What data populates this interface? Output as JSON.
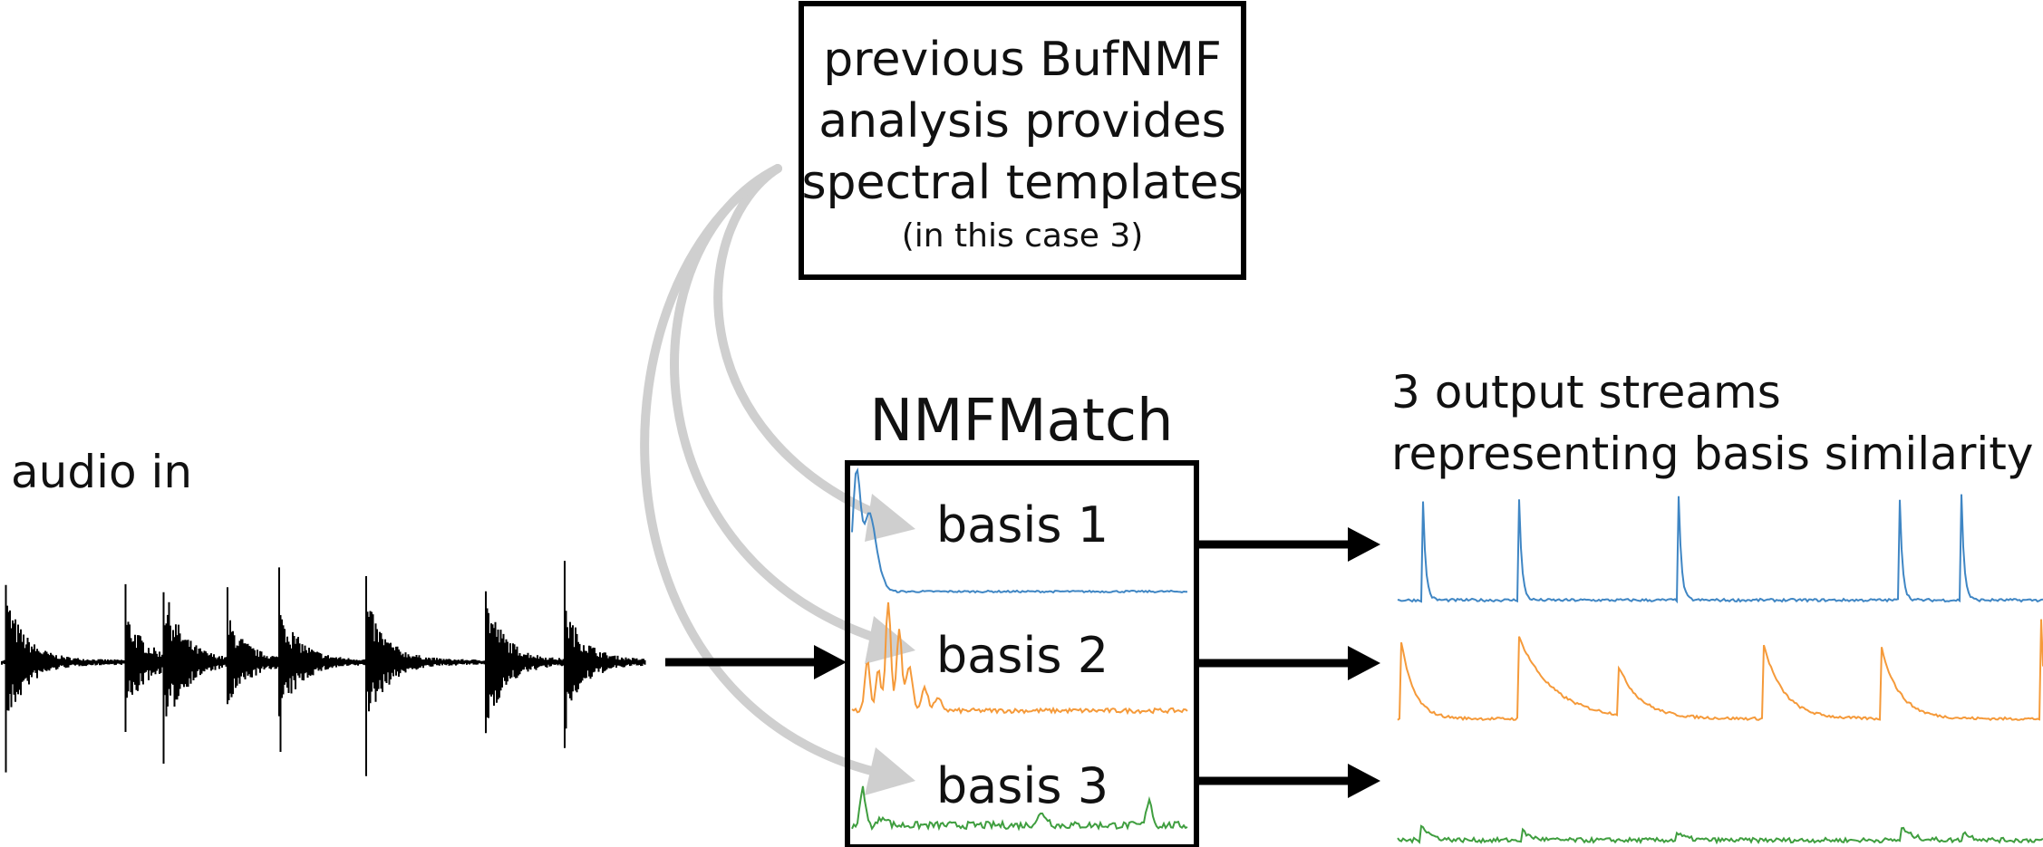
{
  "templates_box": {
    "lines": [
      "previous BufNMF",
      "analysis provides",
      "spectral templates"
    ],
    "note": "(in this case 3)"
  },
  "input": {
    "label": "audio in"
  },
  "nmfmatch": {
    "title": "NMFMatch",
    "bases": [
      {
        "label": "basis 1",
        "color": "#3f86c4"
      },
      {
        "label": "basis 2",
        "color": "#f59a3a"
      },
      {
        "label": "basis 3",
        "color": "#3f9e3f"
      }
    ]
  },
  "output": {
    "lines": [
      "3 output streams",
      "representing basis similarity"
    ],
    "colors": [
      "#3f86c4",
      "#f59a3a",
      "#3f9e3f"
    ]
  }
}
